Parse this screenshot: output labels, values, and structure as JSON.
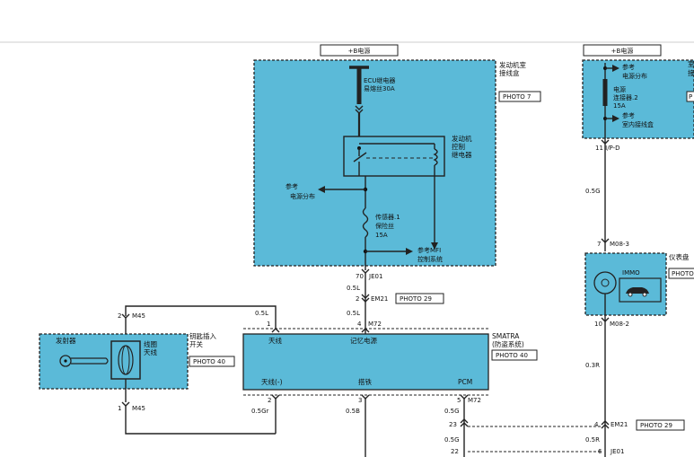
{
  "colors": {
    "module_fill": "#5bbad8",
    "box_fill": "#5bbad8",
    "wire": "#222222",
    "background": "#ffffff"
  },
  "power_left": "+B电源",
  "power_right": "+B电源",
  "engine_box": {
    "title1": "发动机室",
    "title2": "接线盒",
    "photo": "PHOTO 7",
    "fuse_line1": "ECU继电器",
    "fuse_line2": "易熔丝30A",
    "relay_line1": "发动机",
    "relay_line2": "控制",
    "relay_line3": "继电器",
    "ref_dist_line1": "参考",
    "ref_dist_line2": "电源分布",
    "sensor_line1": "传感器.1",
    "sensor_line2": "保险丝",
    "sensor_line3": "15A",
    "ref_mfi_line1": "参考MFI",
    "ref_mfi_line2": "控制系统"
  },
  "right_box": {
    "title1": "室",
    "title2": "接",
    "ref1_line1": "参考",
    "ref1_line2": "电源分布",
    "fuse_line1": "电源",
    "fuse_line2": "连接器.2",
    "fuse_line3": "15A",
    "ref2_line1": "参考",
    "ref2_line2": "室内接线盒",
    "conn": "11 I/P-D"
  },
  "wire_labels": {
    "je01_pin": "70",
    "je01": "JE01",
    "w05l_a": "0.5L",
    "em21_pin": "2",
    "em21": "EM21",
    "photo29_mid": "PHOTO 29",
    "w05l_b": "0.5L",
    "w05l_c": "0.5L",
    "pin1": "1",
    "pin4": "4",
    "m72_top": "M72",
    "m45_top_pin": "2",
    "m45_top": "M45",
    "m45_bot_pin": "1",
    "m45_bot": "M45",
    "w05g_right": "0.5G",
    "m083_pin": "7",
    "m083": "M08-3",
    "m082_pin": "10",
    "m082": "M08-2",
    "w03r": "0.3R",
    "em21b_pin": "4",
    "em21b": "EM21",
    "photo29_right": "PHOTO 29",
    "w05r": "0.5R",
    "je01b_pin": "6",
    "je01b": "JE01"
  },
  "transmitter": {
    "name": "发射器",
    "coil_line1": "线圈",
    "coil_line2": "天线",
    "switch_line1": "钥匙插入",
    "switch_line2": "开关",
    "photo": "PHOTO 40"
  },
  "smatra": {
    "name": "SMATRA",
    "subtitle": "(防盗系统)",
    "photo": "PHOTO 40",
    "antenna": "天线",
    "memory_power": "记忆电源",
    "antenna_neg": "天线(-)",
    "ground": "搭铁",
    "pcm": "PCM",
    "pin2": "2",
    "pin3": "3",
    "pin5": "5",
    "m72_bot": "M72",
    "w05gr": "0.5Gr",
    "w05b": "0.5B",
    "w05g_a": "0.5G",
    "pin23": "23",
    "w05g_b": "0.5G",
    "pin22": "22"
  },
  "cluster": {
    "title": "仪表盘",
    "immo": "IMMO",
    "photo": "PHOTO"
  }
}
